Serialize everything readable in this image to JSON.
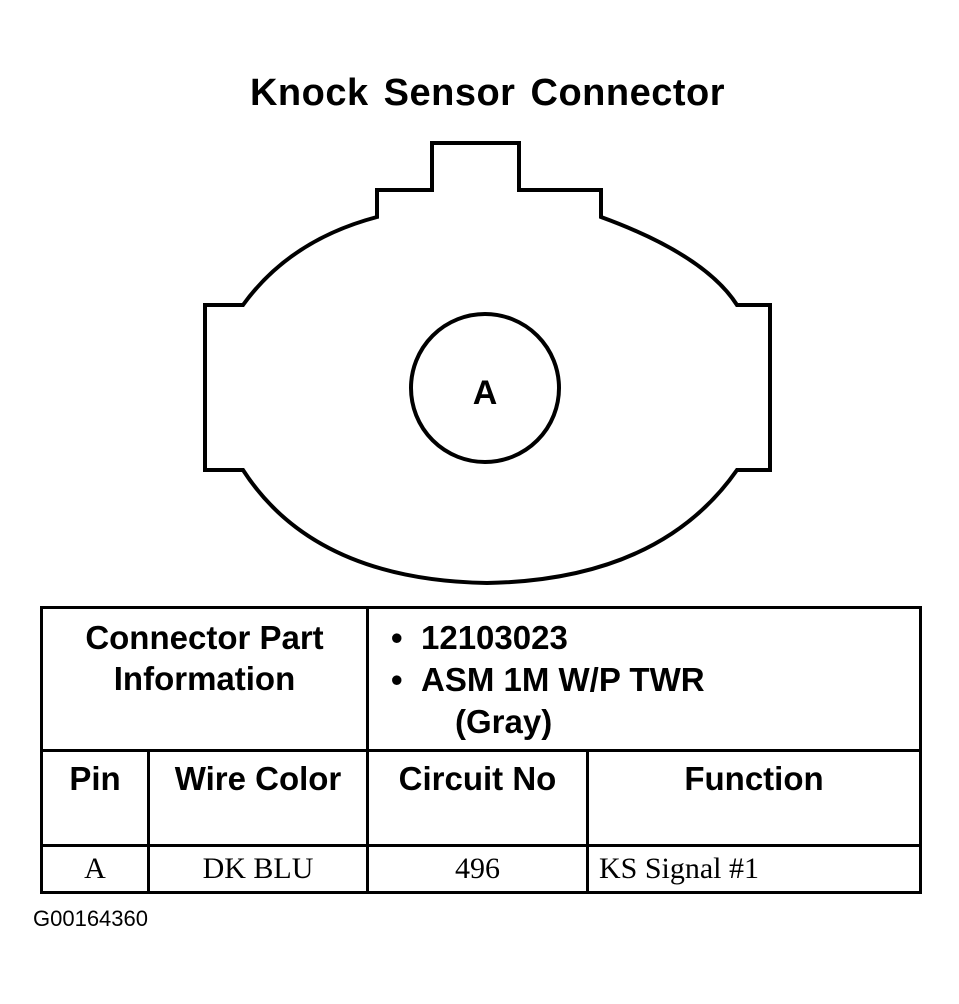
{
  "title": "Knock Sensor Connector",
  "connector": {
    "cavity_label": "A"
  },
  "part_info": {
    "label": "Connector Part Information",
    "items": [
      "12103023",
      "ASM 1M W/P TWR",
      "(Gray)"
    ]
  },
  "table": {
    "headers": [
      "Pin",
      "Wire Color",
      "Circuit No",
      "Function"
    ],
    "rows": [
      [
        "A",
        "DK BLU",
        "496",
        "KS Signal #1"
      ]
    ]
  },
  "figure_id": "G00164360"
}
